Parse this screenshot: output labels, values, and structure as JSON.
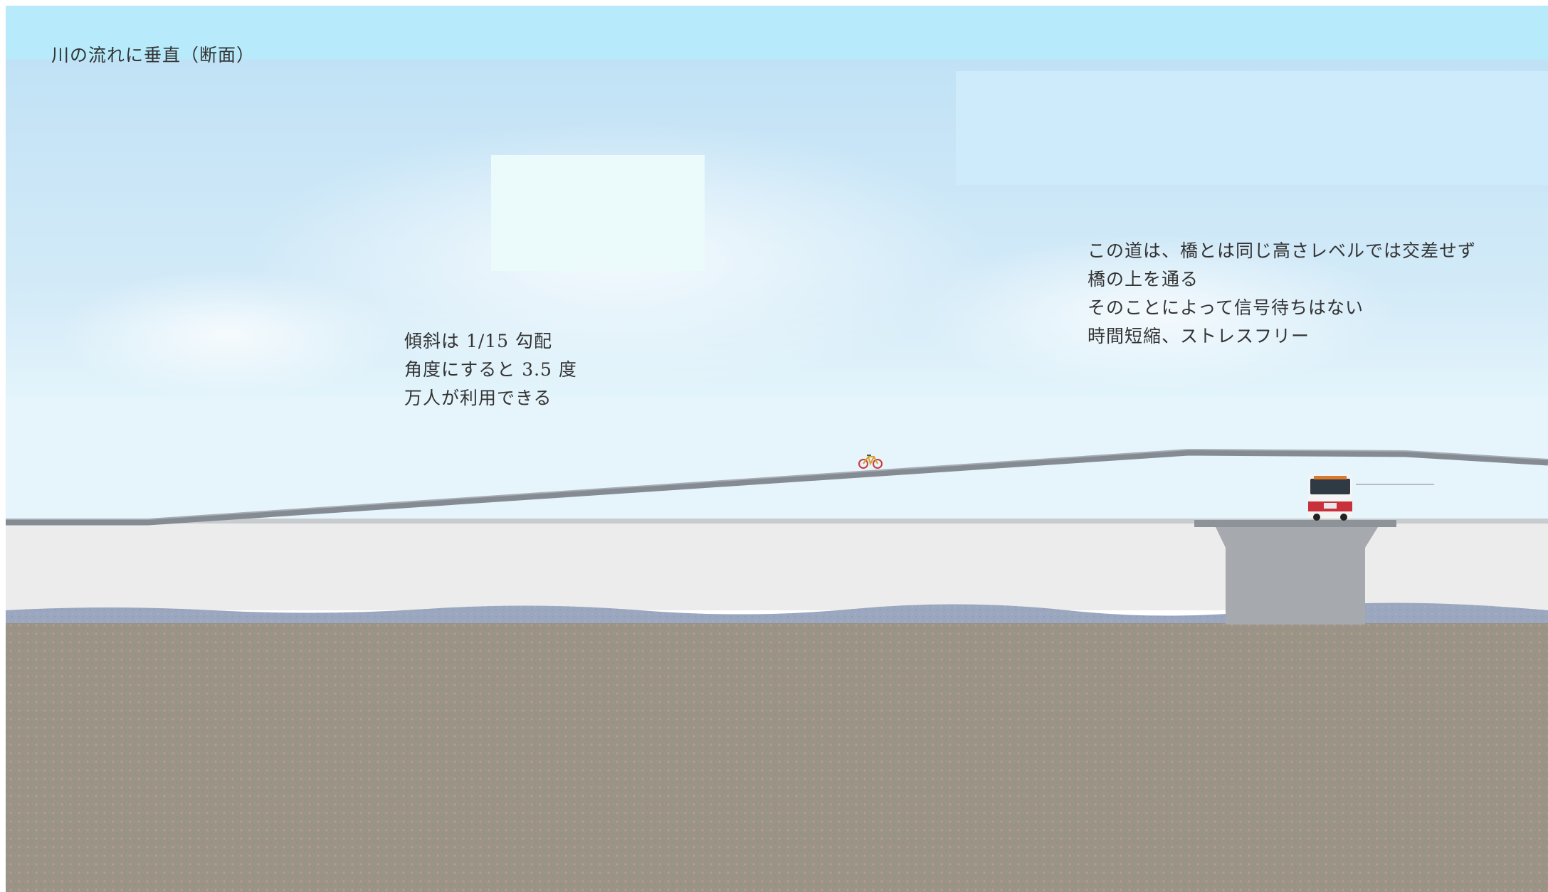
{
  "title": "川の流れに垂直（断面）",
  "slope_note": [
    "傾斜は 1/15 勾配",
    "角度にすると 3.5 度",
    "万人が利用できる"
  ],
  "bridge_note": [
    "この道は、橋とは同じ高さレベルでは交差せず",
    "橋の上を通る",
    "そのことによって信号待ちはない",
    "時間短縮、ストレスフリー"
  ],
  "icons": {
    "bicycle": "bicycle-icon",
    "bus": "bus-icon"
  },
  "colors": {
    "sky_top": "#b9ebfb",
    "sky_main": "#c6e3f6",
    "ground_surface": "#ececec",
    "water": "#9aa8c0",
    "soil": "#9a9384",
    "ramp": "#838a91",
    "pier": "#a5a9ad",
    "bus_red": "#c8313b"
  }
}
